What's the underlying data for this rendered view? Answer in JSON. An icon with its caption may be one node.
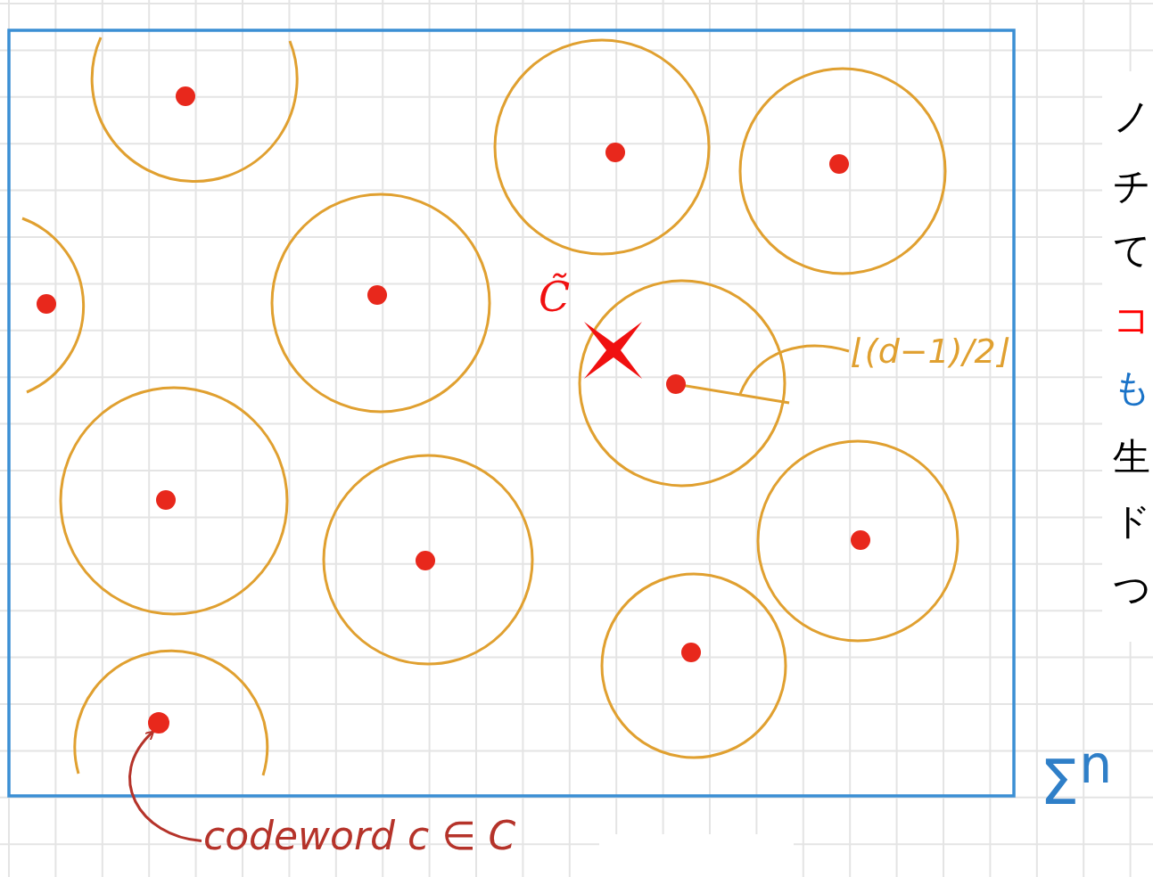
{
  "diagram": {
    "nodes": [
      {
        "text": [
          "codeword c ∈ C"
        ]
      },
      {
        "text": [],
        "shape": "circle"
      },
      {
        "text": [
          "⌊(d−1)/2⌋"
        ]
      }
    ],
    "edges": [
      {
        "from": 0,
        "to": 1,
        "arrow": "to"
      },
      {
        "from": 2,
        "to": null,
        "arrow": "none",
        "color": "#e0a030"
      }
    ],
    "labels": [
      "C̃",
      "ノ",
      "チ",
      "て",
      "コ",
      "も",
      "生",
      "ド",
      "つ",
      "Σ$^{n}$"
    ]
  }
}
